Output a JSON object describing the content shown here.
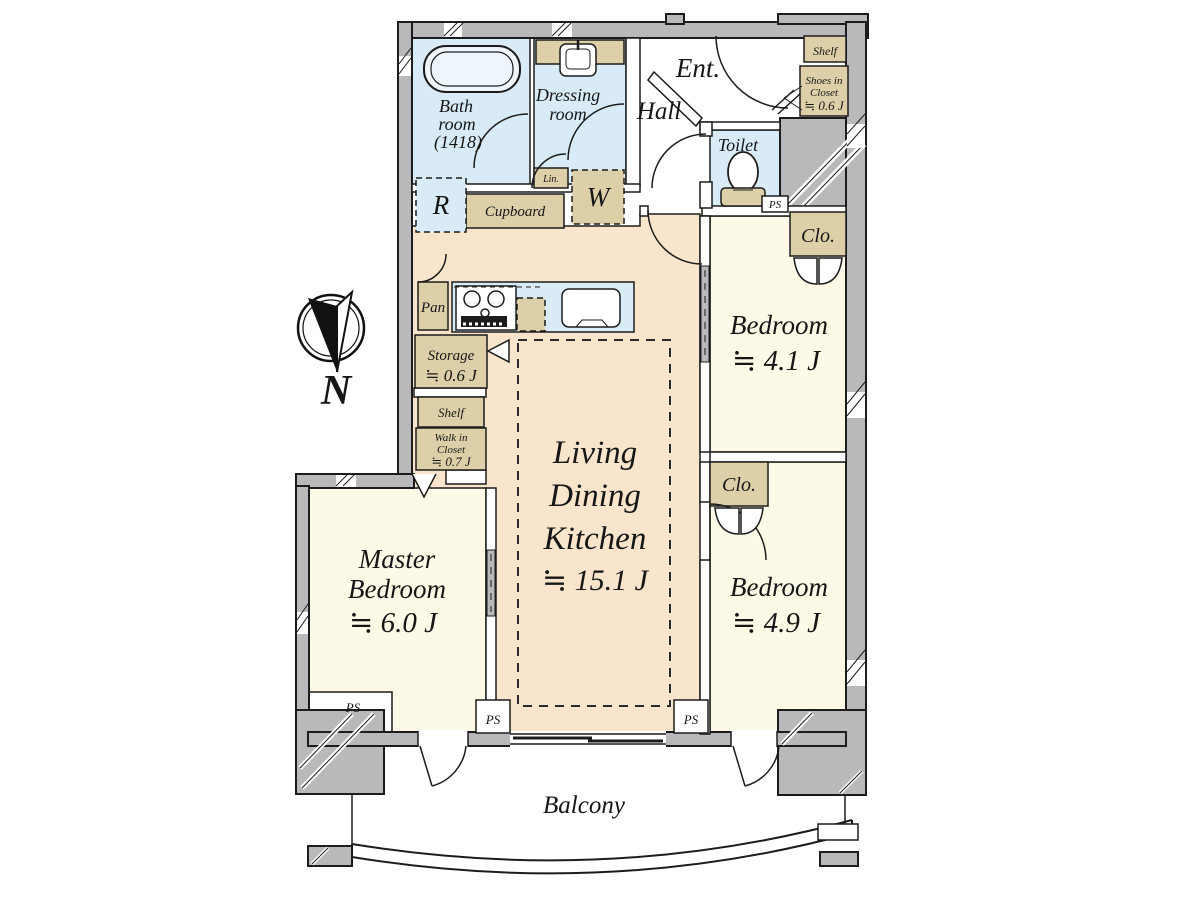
{
  "colors": {
    "wall_gray": "#b9b9bc",
    "outline": "#1c1c1c",
    "ldk_floor": "#f9e5cb",
    "bedroom_floor": "#fcf9e6",
    "wet_area_blue": "#d9ebf7",
    "closet_tan": "#ddd0a9",
    "tub_blue": "#eef6fc"
  },
  "compass": {
    "north": "N"
  },
  "labels": {
    "ps": "PS"
  },
  "rooms": {
    "bath": {
      "l1": "Bath",
      "l2": "room",
      "l3": "(1418)"
    },
    "dressing": {
      "l1": "Dressing",
      "l2": "room"
    },
    "entrance": {
      "label": "Ent."
    },
    "hall": {
      "label": "Hall"
    },
    "toilet": {
      "label": "Toilet"
    },
    "shoes_shelf": {
      "label": "Shelf"
    },
    "shoes_closet": {
      "l1": "Shoes in",
      "l2": "Closet",
      "size": "≒ 0.6 J"
    },
    "linen": {
      "label": "Lin."
    },
    "refrigerator": {
      "label": "R"
    },
    "cupboard": {
      "label": "Cupboard"
    },
    "washer": {
      "label": "W"
    },
    "pantry": {
      "label": "Pan"
    },
    "storage": {
      "label": "Storage",
      "size": "≒ 0.6 J"
    },
    "wic_shelf": {
      "label": "Shelf"
    },
    "walk_in_closet": {
      "l1": "Walk in",
      "l2": "Closet",
      "size": "≒ 0.7 J"
    },
    "ldk": {
      "l1": "Living",
      "l2": "Dining",
      "l3": "Kitchen",
      "size": "≒ 15.1 J"
    },
    "master_bedroom": {
      "l1": "Master",
      "l2": "Bedroom",
      "size": "≒ 6.0 J"
    },
    "bedroom_ne": {
      "label": "Bedroom",
      "size": "≒ 4.1 J"
    },
    "bedroom_se": {
      "label": "Bedroom",
      "size": "≒ 4.9 J"
    },
    "closet_ne": {
      "label": "Clo."
    },
    "closet_se": {
      "label": "Clo."
    },
    "balcony": {
      "label": "Balcony"
    }
  }
}
